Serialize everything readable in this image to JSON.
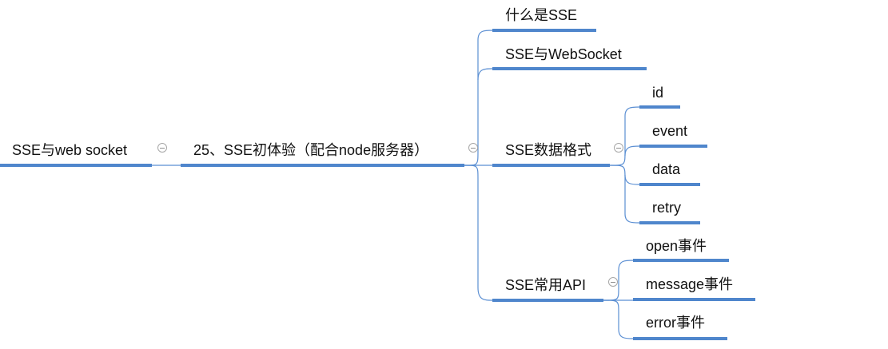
{
  "nodes": {
    "root": "SSE与web socket",
    "topic": "25、SSE初体验（配合node服务器）",
    "what_is_sse": "什么是SSE",
    "sse_vs_websocket": "SSE与WebSocket",
    "data_format": "SSE数据格式",
    "field_id": "id",
    "field_event": "event",
    "field_data": "data",
    "field_retry": "retry",
    "common_api": "SSE常用API",
    "api_open": "open事件",
    "api_message": "message事件",
    "api_error": "error事件"
  },
  "colors": {
    "underline": "#4f86cc",
    "connector": "#5b8fd3",
    "text": "#111111"
  },
  "icons": {
    "toggle": "collapse-circle-icon"
  }
}
